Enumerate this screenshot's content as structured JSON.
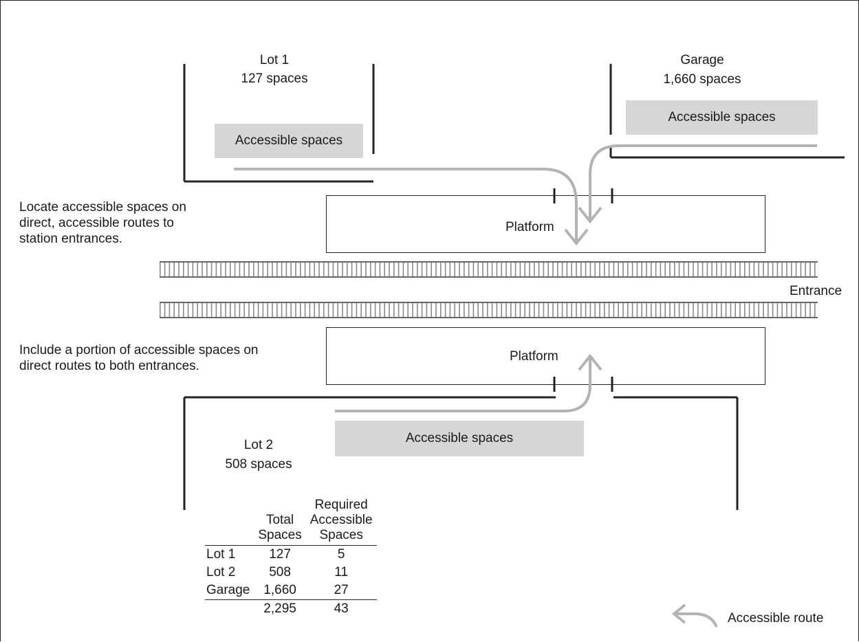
{
  "lot1": {
    "name": "Lot 1",
    "spaces": "127 spaces"
  },
  "garage": {
    "name": "Garage",
    "spaces": "1,660 spaces"
  },
  "lot2": {
    "name": "Lot 2",
    "spaces": "508 spaces"
  },
  "accessible_label": "Accessible spaces",
  "platform_label": "Platform",
  "entrance_label": "Entrance",
  "notes": {
    "top": [
      "Locate accessible spaces on",
      "direct, accessible routes to",
      "station entrances."
    ],
    "bottom": [
      "Include a portion of accessible spaces on",
      "direct routes to both entrances."
    ]
  },
  "legend": {
    "label": "Accessible route",
    "icon": "curved-arrow-icon"
  },
  "table": {
    "headers": {
      "total": [
        "Total",
        "Spaces"
      ],
      "required": [
        "Required",
        "Accessible",
        "Spaces"
      ]
    },
    "rows": [
      {
        "name": "Lot 1",
        "total": "127",
        "required": "5"
      },
      {
        "name": "Lot 2",
        "total": "508",
        "required": "11"
      },
      {
        "name": "Garage",
        "total": "1,660",
        "required": "27"
      }
    ],
    "totals": {
      "total": "2,295",
      "required": "43"
    }
  },
  "colors": {
    "route": "#b3b3b3",
    "accessible_box": "#d6d6d6",
    "line": "#222222"
  }
}
